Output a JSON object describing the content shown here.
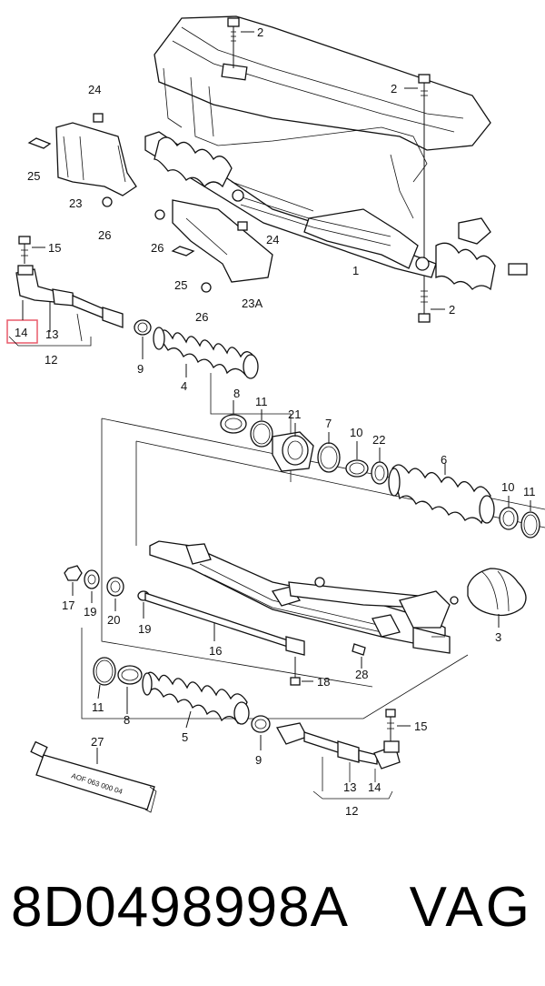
{
  "callouts": [
    {
      "id": "c-2a",
      "text": "2"
    },
    {
      "id": "c-2b",
      "text": "2"
    },
    {
      "id": "c-2c",
      "text": "2"
    },
    {
      "id": "c-24a",
      "text": "24"
    },
    {
      "id": "c-24b",
      "text": "24"
    },
    {
      "id": "c-25a",
      "text": "25"
    },
    {
      "id": "c-25b",
      "text": "25"
    },
    {
      "id": "c-23",
      "text": "23"
    },
    {
      "id": "c-23a",
      "text": "23A"
    },
    {
      "id": "c-26a",
      "text": "26"
    },
    {
      "id": "c-26b",
      "text": "26"
    },
    {
      "id": "c-26c",
      "text": "26"
    },
    {
      "id": "c-1",
      "text": "1"
    },
    {
      "id": "c-15a",
      "text": "15"
    },
    {
      "id": "c-14a",
      "text": "14"
    },
    {
      "id": "c-13a",
      "text": "13"
    },
    {
      "id": "c-12a",
      "text": "12"
    },
    {
      "id": "c-9a",
      "text": "9"
    },
    {
      "id": "c-4",
      "text": "4"
    },
    {
      "id": "c-8a",
      "text": "8"
    },
    {
      "id": "c-11a",
      "text": "11"
    },
    {
      "id": "c-21",
      "text": "21"
    },
    {
      "id": "c-7",
      "text": "7"
    },
    {
      "id": "c-10a",
      "text": "10"
    },
    {
      "id": "c-22",
      "text": "22"
    },
    {
      "id": "c-6",
      "text": "6"
    },
    {
      "id": "c-10b",
      "text": "10"
    },
    {
      "id": "c-11b",
      "text": "11"
    },
    {
      "id": "c-17",
      "text": "17"
    },
    {
      "id": "c-19a",
      "text": "19"
    },
    {
      "id": "c-20",
      "text": "20"
    },
    {
      "id": "c-19b",
      "text": "19"
    },
    {
      "id": "c-16",
      "text": "16"
    },
    {
      "id": "c-3",
      "text": "3"
    },
    {
      "id": "c-28",
      "text": "28"
    },
    {
      "id": "c-18",
      "text": "18"
    },
    {
      "id": "c-11c",
      "text": "11"
    },
    {
      "id": "c-8b",
      "text": "8"
    },
    {
      "id": "c-5",
      "text": "5"
    },
    {
      "id": "c-9b",
      "text": "9"
    },
    {
      "id": "c-15b",
      "text": "15"
    },
    {
      "id": "c-27",
      "text": "27"
    },
    {
      "id": "c-13b",
      "text": "13"
    },
    {
      "id": "c-14b",
      "text": "14"
    },
    {
      "id": "c-12b",
      "text": "12"
    }
  ],
  "tube_label": "AOF 063 000 04",
  "highlight_color": "#e85a6a",
  "footer": {
    "part_number": "8D0498998A",
    "brand": "VAG"
  }
}
